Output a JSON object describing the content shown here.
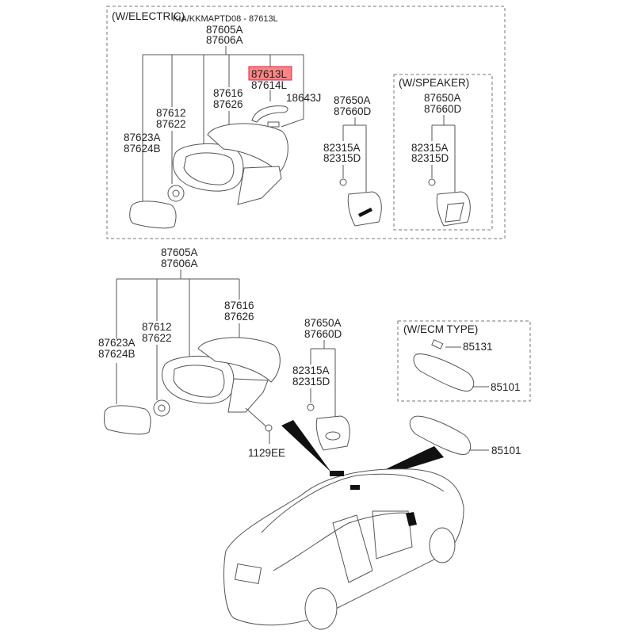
{
  "header": {
    "breadcrumb": "KIA/KKMAPTD08 - 87613L"
  },
  "highlight": {
    "part_number": "87613L",
    "fill_color": "#f87171",
    "border_color": "#e11d48"
  },
  "groups": {
    "electric": {
      "title": "(W/ELECTRIC)",
      "assembly": [
        "87605A",
        "87606A"
      ],
      "cover": [
        "87616",
        "87626"
      ],
      "lamp": [
        "87613L",
        "87614L"
      ],
      "connector": "18643J",
      "actuator": [
        "87612",
        "87622"
      ],
      "glass": [
        "87623A",
        "87624B"
      ],
      "garnish": [
        "87650A",
        "87660D"
      ],
      "clip": [
        "82315A",
        "82315D"
      ]
    },
    "speaker": {
      "title": "(W/SPEAKER)",
      "garnish": [
        "87650A",
        "87660D"
      ],
      "clip": [
        "82315A",
        "82315D"
      ]
    },
    "manual": {
      "assembly": [
        "87605A",
        "87606A"
      ],
      "cover": [
        "87616",
        "87626"
      ],
      "actuator": [
        "87612",
        "87622"
      ],
      "glass": [
        "87623A",
        "87624B"
      ],
      "bolt": "1129EE",
      "garnish": [
        "87650A",
        "87660D"
      ],
      "clip": [
        "82315A",
        "82315D"
      ]
    },
    "ecm": {
      "title": "(W/ECM TYPE)",
      "cover": "85131",
      "mirror": "85101"
    },
    "inside_mirror": {
      "mirror": "85101"
    }
  }
}
